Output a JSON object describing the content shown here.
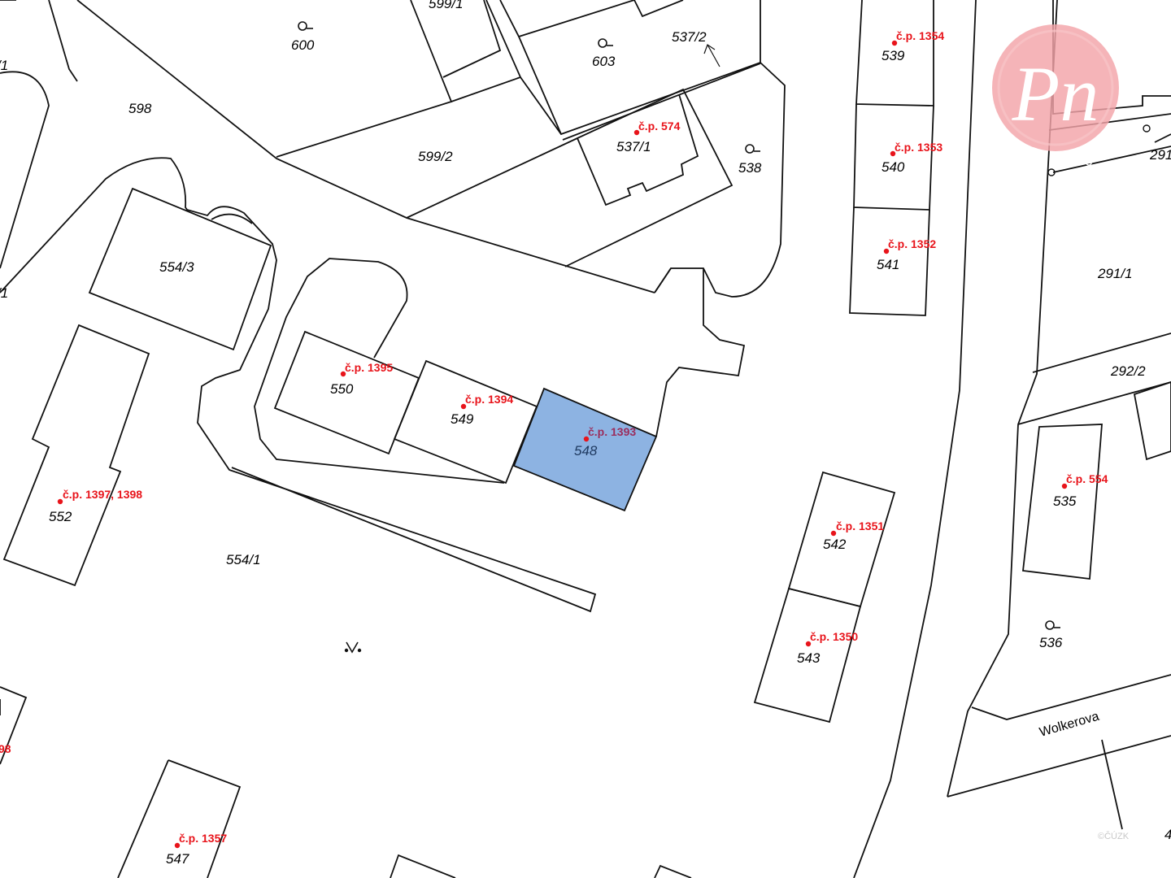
{
  "colors": {
    "building_highlight": "#8db3e2",
    "house_number": "#e8141b",
    "lines": "#111111",
    "logo": "#f3a3a8"
  },
  "parcels": {
    "p600": "600",
    "p599_1": "599/1",
    "p603": "603",
    "p537_2": "537/2",
    "p539": "539",
    "p598": "598",
    "p599_2": "599/2",
    "p537_1": "537/1",
    "p538": "538",
    "p540": "540",
    "p541": "541",
    "p554_3": "554/3",
    "p550": "550",
    "p549": "549",
    "p548": "548",
    "p552": "552",
    "p554_1": "554/1",
    "p542": "542",
    "p543": "543",
    "p535": "535",
    "p536": "536",
    "p547": "547",
    "p291_1": "291/1",
    "p292_2": "292/2",
    "p291_edge": "291",
    "edge_left_top": "/1",
    "edge_left_mid": "/1",
    "edge_bottom_right": "4"
  },
  "house_numbers": {
    "cp1354": "č.p. 1354",
    "cp1353": "č.p. 1353",
    "cp1352": "č.p. 1352",
    "cp574": "č.p. 574",
    "cp1395": "č.p. 1395",
    "cp1394": "č.p. 1394",
    "cp1393": "č.p. 1393",
    "cp1397_1398": "č.p. 1397, 1398",
    "cp1351": "č.p. 1351",
    "cp1350": "č.p. 1350",
    "cp554": "č.p. 554",
    "cp1357": "č.p. 1357",
    "cp_edge": "98"
  },
  "street": "Wolkerova",
  "logo": {
    "monogram": "Pn",
    "subtitle": "holding"
  },
  "copyright": "©ČÚZK",
  "icons": [
    "garden-symbol-icon",
    "grass-symbol-icon",
    "direction-arrow-icon"
  ]
}
